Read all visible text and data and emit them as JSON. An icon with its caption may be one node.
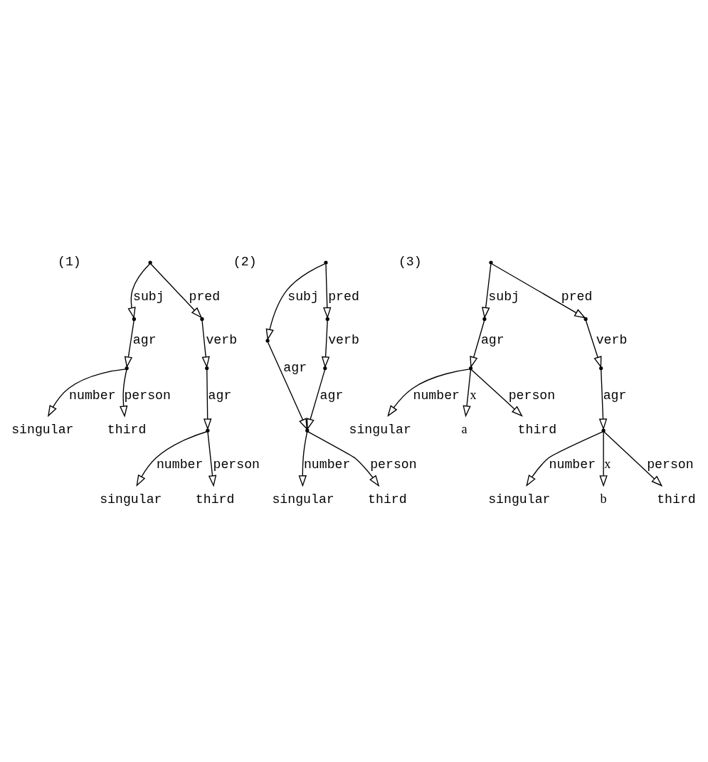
{
  "diagram": {
    "nodes": [
      {
        "text": [],
        "shape": "circle"
      },
      {
        "text": [],
        "shape": "circle"
      },
      {
        "text": [],
        "shape": "circle"
      },
      {
        "text": [],
        "shape": "circle"
      },
      {
        "text": [],
        "shape": "circle"
      },
      {
        "text": [
          "singular"
        ]
      },
      {
        "text": [
          "third"
        ]
      },
      {
        "text": [],
        "shape": "circle"
      },
      {
        "text": [
          "singular"
        ]
      },
      {
        "text": [
          "third"
        ]
      },
      {
        "text": [],
        "shape": "circle"
      },
      {
        "text": [],
        "shape": "circle"
      },
      {
        "text": [],
        "shape": "circle"
      },
      {
        "text": [],
        "shape": "circle"
      },
      {
        "text": [],
        "shape": "circle"
      },
      {
        "text": [
          "singular"
        ]
      },
      {
        "text": [
          "third"
        ]
      },
      {
        "text": [],
        "shape": "circle"
      },
      {
        "text": [],
        "shape": "circle"
      },
      {
        "text": [],
        "shape": "circle"
      },
      {
        "text": [],
        "shape": "circle"
      },
      {
        "text": [],
        "shape": "circle"
      },
      {
        "text": [
          "singular"
        ]
      },
      {
        "text": [
          "a"
        ]
      },
      {
        "text": [
          "third"
        ]
      },
      {
        "text": [],
        "shape": "circle"
      },
      {
        "text": [
          "singular"
        ]
      },
      {
        "text": [
          "b"
        ]
      },
      {
        "text": [
          "third"
        ]
      }
    ],
    "edges": [
      {
        "from": 0,
        "to": 1,
        "arrow": "to",
        "label": "subj"
      },
      {
        "from": 0,
        "to": 2,
        "arrow": "to",
        "label": "pred"
      },
      {
        "from": 1,
        "to": 3,
        "arrow": "to",
        "label": "agr"
      },
      {
        "from": 3,
        "to": 5,
        "arrow": "to",
        "label": "number"
      },
      {
        "from": 3,
        "to": 6,
        "arrow": "to",
        "label": "person"
      },
      {
        "from": 2,
        "to": 4,
        "arrow": "to",
        "label": "verb"
      },
      {
        "from": 4,
        "to": 7,
        "arrow": "to",
        "label": "agr"
      },
      {
        "from": 7,
        "to": 8,
        "arrow": "to",
        "label": "number"
      },
      {
        "from": 7,
        "to": 9,
        "arrow": "to",
        "label": "person"
      },
      {
        "from": 10,
        "to": 11,
        "arrow": "to",
        "label": "subj"
      },
      {
        "from": 10,
        "to": 12,
        "arrow": "to",
        "label": "pred"
      },
      {
        "from": 12,
        "to": 13,
        "arrow": "to",
        "label": "verb"
      },
      {
        "from": 11,
        "to": 14,
        "arrow": "to",
        "label": "agr"
      },
      {
        "from": 13,
        "to": 14,
        "arrow": "to",
        "label": "agr"
      },
      {
        "from": 14,
        "to": 15,
        "arrow": "to",
        "label": "number"
      },
      {
        "from": 14,
        "to": 16,
        "arrow": "to",
        "label": "person"
      },
      {
        "from": 17,
        "to": 18,
        "arrow": "to",
        "label": "subj"
      },
      {
        "from": 17,
        "to": 19,
        "arrow": "to",
        "label": "pred"
      },
      {
        "from": 18,
        "to": 20,
        "arrow": "to",
        "label": "agr"
      },
      {
        "from": 20,
        "to": 22,
        "arrow": "to",
        "label": "number"
      },
      {
        "from": 20,
        "to": 23,
        "arrow": "to",
        "label": "x"
      },
      {
        "from": 20,
        "to": 24,
        "arrow": "to",
        "label": "person"
      },
      {
        "from": 19,
        "to": 21,
        "arrow": "to",
        "label": "verb"
      },
      {
        "from": 21,
        "to": 25,
        "arrow": "to",
        "label": "agr"
      },
      {
        "from": 25,
        "to": 26,
        "arrow": "to",
        "label": "number"
      },
      {
        "from": 25,
        "to": 27,
        "arrow": "to",
        "label": "x"
      },
      {
        "from": 25,
        "to": 28,
        "arrow": "to",
        "label": "person"
      }
    ],
    "labels": [
      "(2)",
      "(1)",
      "(3)"
    ]
  }
}
